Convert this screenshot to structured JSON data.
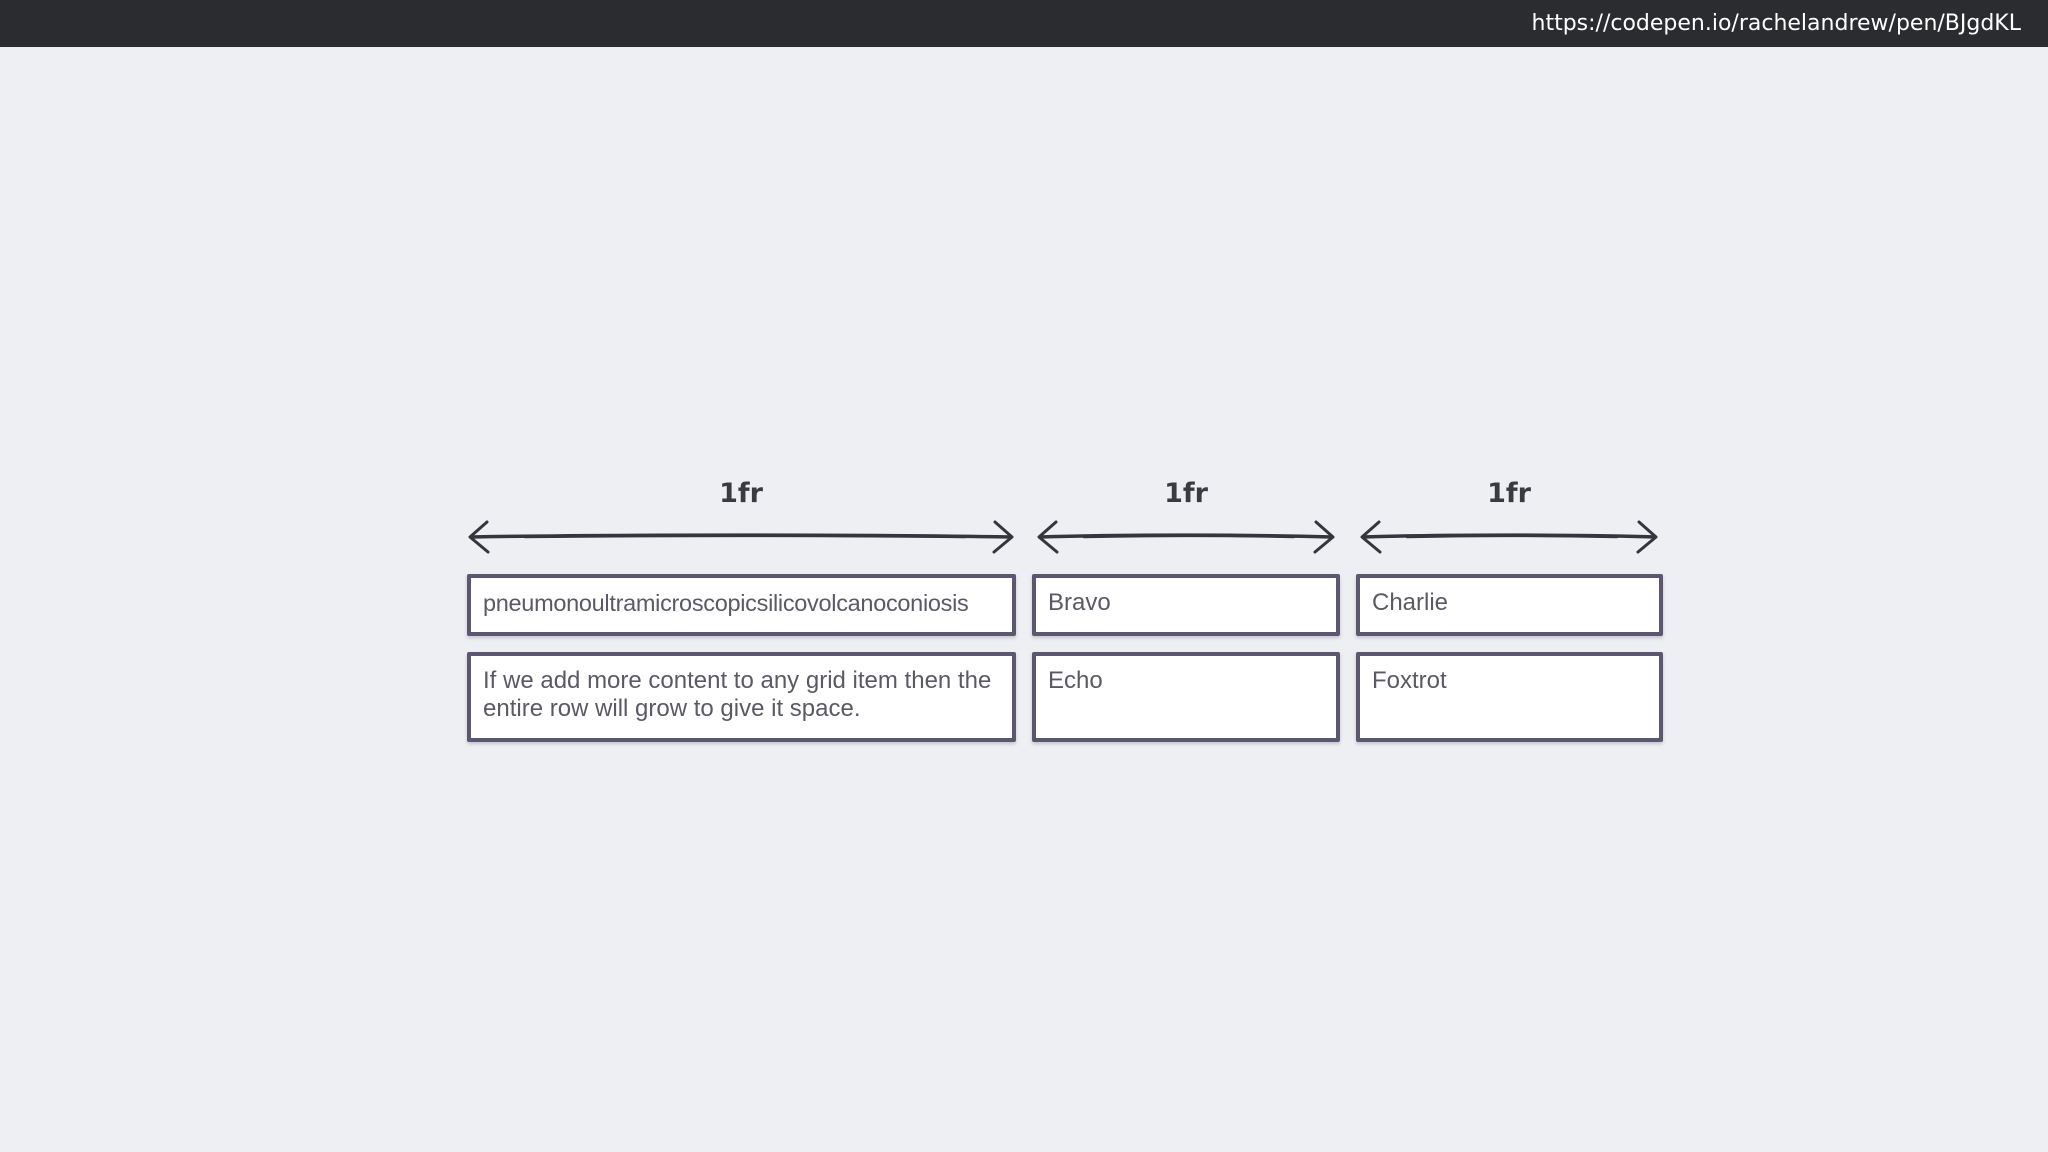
{
  "header": {
    "url": "https://codepen.io/rachelandrew/pen/BJgdKL"
  },
  "columns": [
    {
      "label": "1fr"
    },
    {
      "label": "1fr"
    },
    {
      "label": "1fr"
    }
  ],
  "grid": {
    "rows": [
      [
        "pneumonoultramicroscopicsilicovolcanoconiosis",
        "Bravo",
        "Charlie"
      ],
      [
        "If we add more content to any grid item then the entire row will grow to give it space.",
        "Echo",
        "Foxtrot"
      ]
    ]
  },
  "colors": {
    "background": "#edeff2",
    "topbar": "#2b2c30",
    "cell_border": "#5d5670",
    "arrow": "#35363d"
  }
}
